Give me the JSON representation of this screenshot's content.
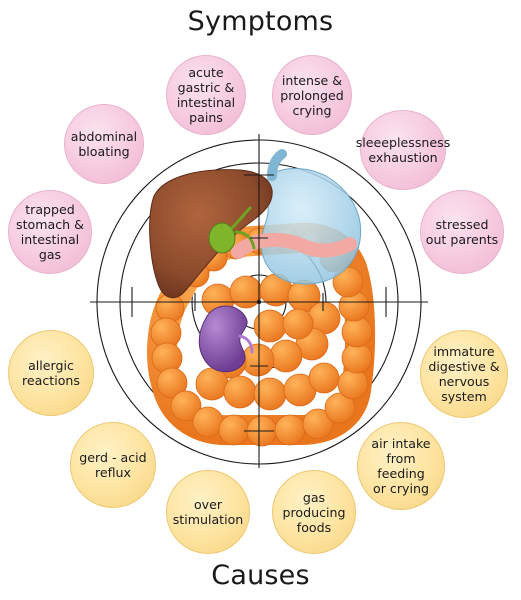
{
  "headings": {
    "top": "Symptoms",
    "bottom": "Causes"
  },
  "colors": {
    "symptom_fill": "#f6c9df",
    "cause_fill": "#fde39f",
    "crosshair": "#1a1a1a",
    "liver": "#8b4a2b",
    "stomach": "#a9d3ea",
    "intestine": "#f08a2a",
    "kidney": "#8e5bb3"
  },
  "symptoms": [
    {
      "text": "acute\ngastric &\nintestinal\npains"
    },
    {
      "text": "intense &\nprolonged\ncrying"
    },
    {
      "text": "abdominal\nbloating"
    },
    {
      "text": "sleeeplessness\nexhaustion"
    },
    {
      "text": "trapped\nstomach &\nintestinal\ngas"
    },
    {
      "text": "stressed\nout parents"
    }
  ],
  "causes": [
    {
      "text": "allergic\nreactions"
    },
    {
      "text": "immature\ndigestive &\nnervous\nsystem"
    },
    {
      "text": "gerd - acid\nreflux"
    },
    {
      "text": "air intake\nfrom feeding\nor crying"
    },
    {
      "text": "over\nstimulation"
    },
    {
      "text": "gas\nproducing\nfoods"
    }
  ]
}
